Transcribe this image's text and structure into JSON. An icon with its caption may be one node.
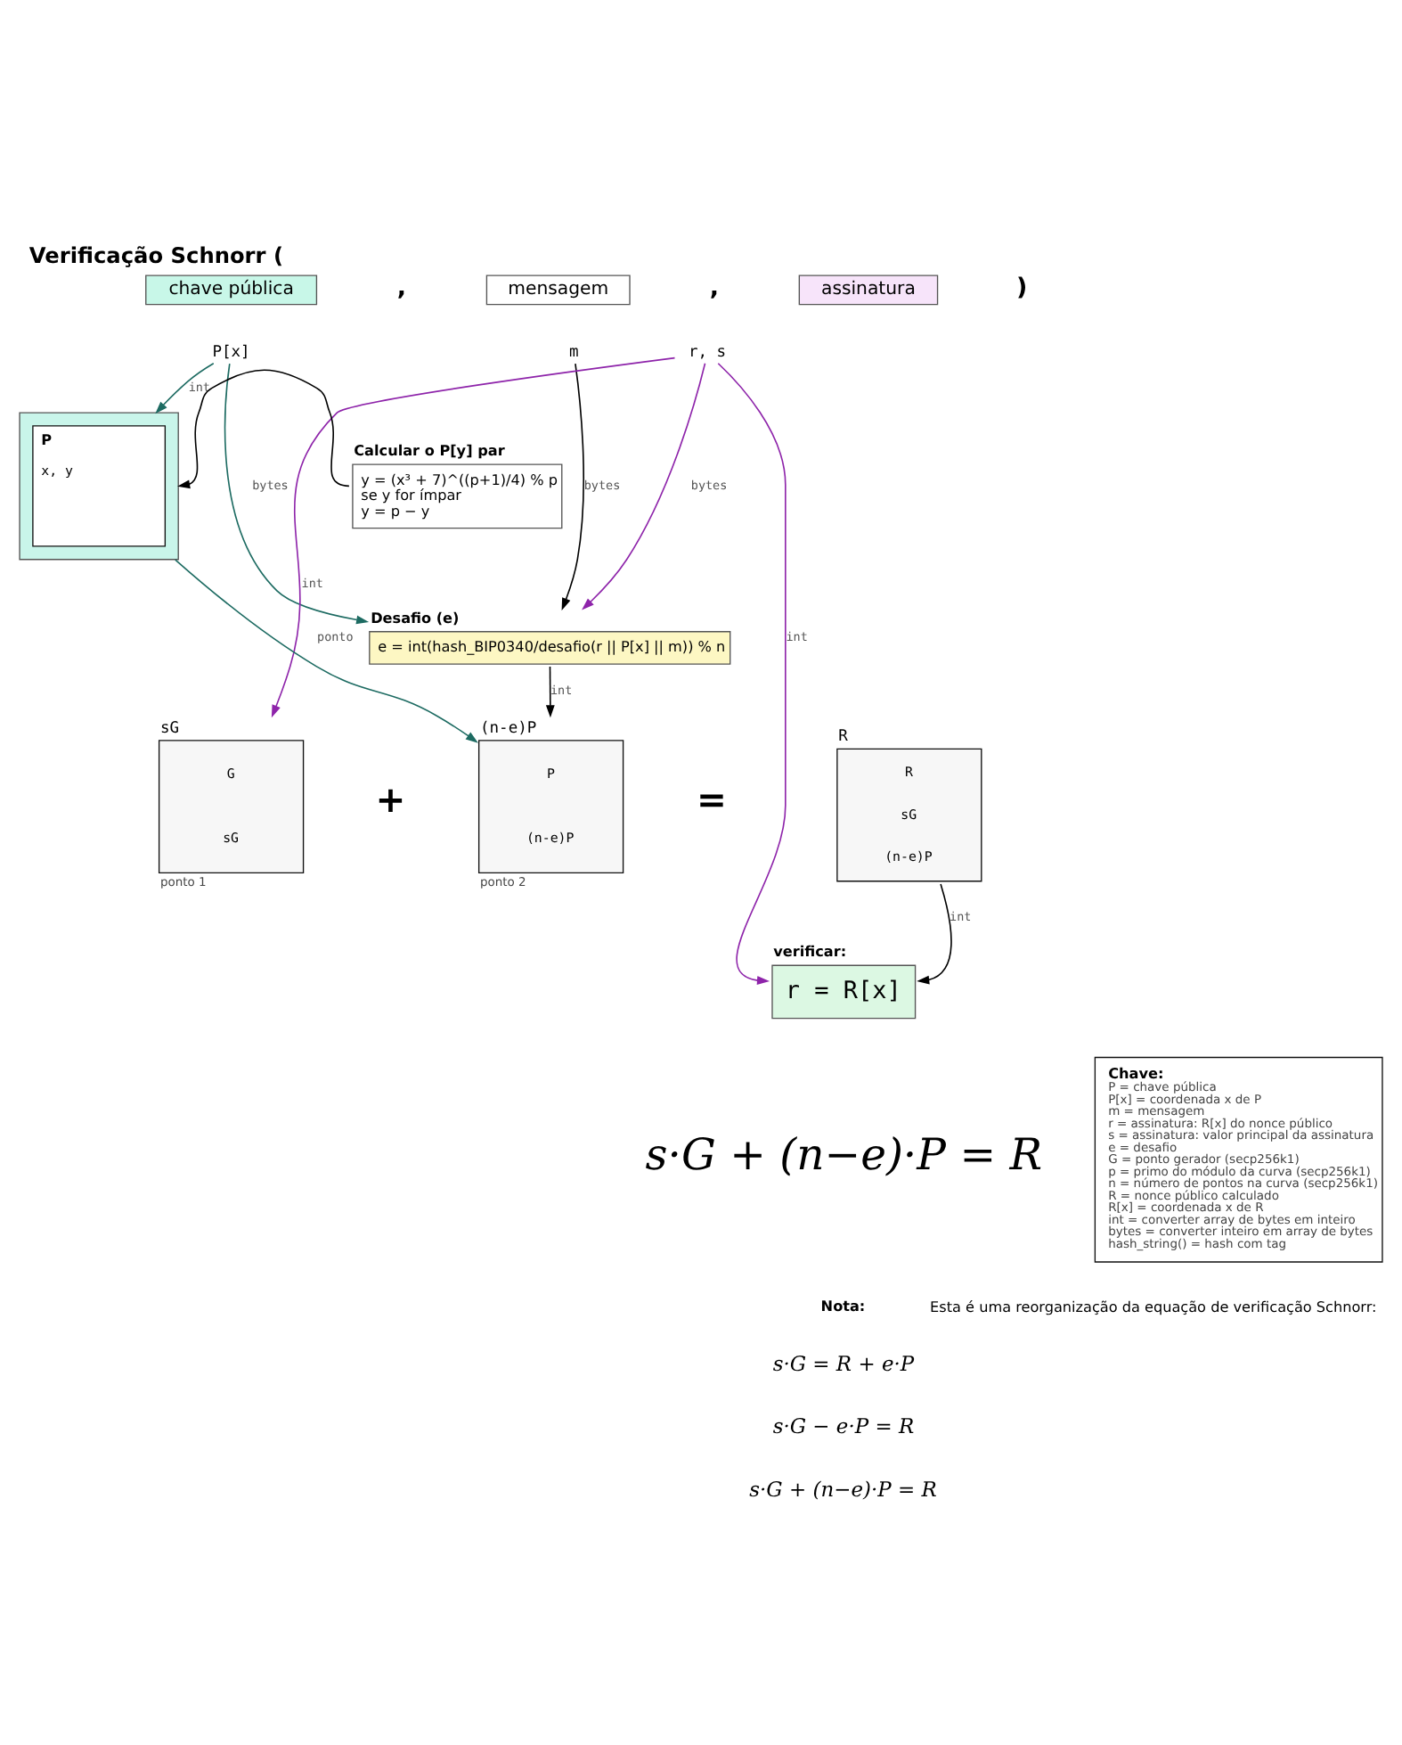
{
  "diagram": {
    "title": "Verificação Schnorr (",
    "nodes": [
      {
        "text": [
          "chave pública"
        ]
      },
      {
        "text": [
          "mensagem"
        ]
      },
      {
        "text": [
          "assinatura"
        ]
      },
      {
        "text": [
          "P[x]"
        ]
      },
      {
        "text": [
          "m"
        ]
      },
      {
        "text": [
          "r, s"
        ]
      },
      {
        "text": [
          "P",
          "x, y"
        ]
      },
      {
        "text": [
          "Calcular o P[y] par",
          "y = (x³ + 7)^((p+1)/4) % p",
          "se y for ímpar",
          "y = p − y"
        ]
      },
      {
        "text": [
          "Desafio (e)",
          "e = int(hash_BIP0340/desafio(r || P[x] || m)) % n"
        ]
      },
      {
        "text": [
          "sG",
          "G",
          "sG"
        ],
        "beside": [
          "ponto 1"
        ]
      },
      {
        "text": [
          "(n-e)P",
          "P",
          "(n-e)P"
        ],
        "beside": [
          "ponto 2"
        ]
      },
      {
        "text": [
          "R",
          "R",
          "sG",
          "(n-e)P"
        ]
      },
      {
        "text": [
          "verificar:",
          "r = R[x]"
        ]
      },
      {
        "text": [
          "Chave:",
          "P = chave pública",
          "P[x] = coordenada x de P",
          "m = mensagem",
          "r = assinatura: R[x] do nonce público",
          "s = assinatura: valor principal da assinatura",
          "e = desafio",
          "G = ponto gerador (secp256k1)",
          "p = primo do módulo da curva (secp256k1)",
          "n = número de pontos na curva (secp256k1)",
          "R = nonce público calculado",
          "R[x] = coordenada x de R",
          "int = converter array de bytes em inteiro",
          "bytes = converter inteiro em array de bytes",
          "hash_string() = hash com tag"
        ]
      }
    ],
    "edges": [
      {
        "from": 3,
        "to": 6,
        "arrow": "to",
        "label": "int",
        "color": "#1d6b62"
      },
      {
        "from": 4,
        "to": 8,
        "arrow": "to",
        "label": "bytes"
      },
      {
        "from": 5,
        "to": 8,
        "arrow": "to",
        "label": "bytes",
        "color": "#8e24aa"
      },
      {
        "from": 3,
        "to": 8,
        "arrow": "to",
        "label": "bytes",
        "color": "#1d6b62"
      },
      {
        "from": 7,
        "to": 6,
        "arrow": "to"
      },
      {
        "from": 5,
        "to": 9,
        "arrow": "to",
        "label": "int",
        "color": "#8e24aa"
      },
      {
        "from": 8,
        "to": 10,
        "arrow": "to",
        "label": "int"
      },
      {
        "from": 6,
        "to": 10,
        "arrow": "to",
        "label": "ponto",
        "color": "#1d6b62"
      },
      {
        "from": 5,
        "to": 12,
        "arrow": "to",
        "label": "int",
        "color": "#8e24aa"
      },
      {
        "from": 11,
        "to": 12,
        "arrow": "to",
        "label": "int"
      }
    ],
    "labels": [
      ",",
      ",",
      ")",
      "+",
      "=",
      "s·G + (n−e)·P = R",
      "Nota:",
      "Esta é uma reorganização da equação de verificação Schnorr:",
      "s·G = R + e·P",
      "s·G − e·P = R",
      "s·G + (n−e)·P = R"
    ]
  }
}
